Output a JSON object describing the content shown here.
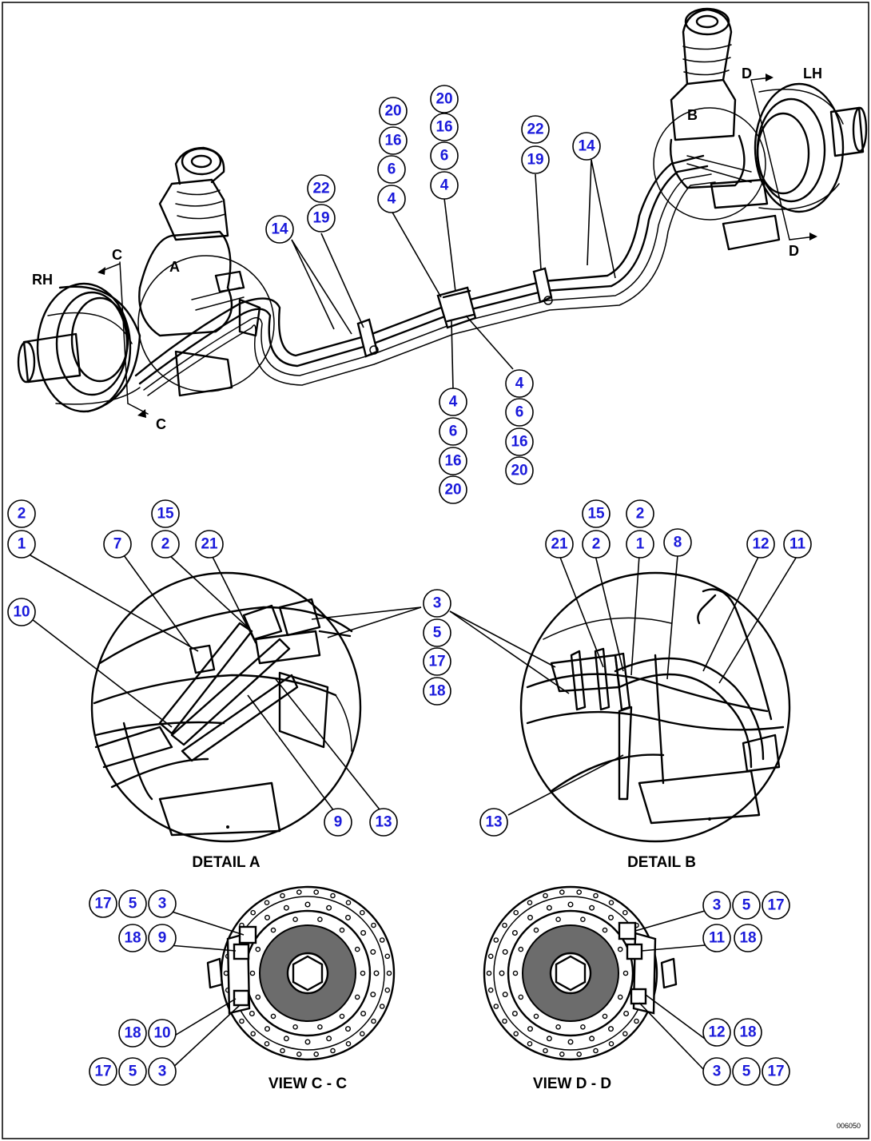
{
  "orientation": {
    "rh": "RH",
    "lh": "LH"
  },
  "detail_markers": {
    "a": "A",
    "b": "B"
  },
  "section_markers": {
    "c": "C",
    "d": "D"
  },
  "captions": {
    "detail_a": "DETAIL A",
    "detail_b": "DETAIL B",
    "view_c": "VIEW C - C",
    "view_d": "VIEW D - D"
  },
  "drawing_code": "006050",
  "callouts": [
    {
      "id": "m-20-a",
      "label": "20"
    },
    {
      "id": "m-16-a",
      "label": "16"
    },
    {
      "id": "m-6-a",
      "label": "6"
    },
    {
      "id": "m-4-a",
      "label": "4"
    },
    {
      "id": "m-20-b",
      "label": "20"
    },
    {
      "id": "m-16-b",
      "label": "16"
    },
    {
      "id": "m-6-b",
      "label": "6"
    },
    {
      "id": "m-4-b",
      "label": "4"
    },
    {
      "id": "m-22-a",
      "label": "22"
    },
    {
      "id": "m-19-a",
      "label": "19"
    },
    {
      "id": "m-22-b",
      "label": "22"
    },
    {
      "id": "m-19-b",
      "label": "19"
    },
    {
      "id": "m-14-a",
      "label": "14"
    },
    {
      "id": "m-14-b",
      "label": "14"
    },
    {
      "id": "m-4-c",
      "label": "4"
    },
    {
      "id": "m-6-c",
      "label": "6"
    },
    {
      "id": "m-16-c",
      "label": "16"
    },
    {
      "id": "m-20-c",
      "label": "20"
    },
    {
      "id": "m-4-d",
      "label": "4"
    },
    {
      "id": "m-6-d",
      "label": "6"
    },
    {
      "id": "m-16-d",
      "label": "16"
    },
    {
      "id": "m-20-d",
      "label": "20"
    },
    {
      "id": "a-2",
      "label": "2"
    },
    {
      "id": "a-1",
      "label": "1"
    },
    {
      "id": "a-10",
      "label": "10"
    },
    {
      "id": "a-7",
      "label": "7"
    },
    {
      "id": "a-15",
      "label": "15"
    },
    {
      "id": "a-2b",
      "label": "2"
    },
    {
      "id": "a-21",
      "label": "21"
    },
    {
      "id": "a-9",
      "label": "9"
    },
    {
      "id": "a-13",
      "label": "13"
    },
    {
      "id": "s-3",
      "label": "3"
    },
    {
      "id": "s-5",
      "label": "5"
    },
    {
      "id": "s-17",
      "label": "17"
    },
    {
      "id": "s-18",
      "label": "18"
    },
    {
      "id": "b-15",
      "label": "15"
    },
    {
      "id": "b-2",
      "label": "2"
    },
    {
      "id": "b-21",
      "label": "21"
    },
    {
      "id": "b-2b",
      "label": "2"
    },
    {
      "id": "b-1",
      "label": "1"
    },
    {
      "id": "b-8",
      "label": "8"
    },
    {
      "id": "b-12",
      "label": "12"
    },
    {
      "id": "b-11",
      "label": "11"
    },
    {
      "id": "b-13",
      "label": "13"
    },
    {
      "id": "c-17a",
      "label": "17"
    },
    {
      "id": "c-5a",
      "label": "5"
    },
    {
      "id": "c-3a",
      "label": "3"
    },
    {
      "id": "c-18a",
      "label": "18"
    },
    {
      "id": "c-9",
      "label": "9"
    },
    {
      "id": "c-18b",
      "label": "18"
    },
    {
      "id": "c-10",
      "label": "10"
    },
    {
      "id": "c-17b",
      "label": "17"
    },
    {
      "id": "c-5b",
      "label": "5"
    },
    {
      "id": "c-3b",
      "label": "3"
    },
    {
      "id": "d-3a",
      "label": "3"
    },
    {
      "id": "d-5a",
      "label": "5"
    },
    {
      "id": "d-17a",
      "label": "17"
    },
    {
      "id": "d-11",
      "label": "11"
    },
    {
      "id": "d-18a",
      "label": "18"
    },
    {
      "id": "d-12",
      "label": "12"
    },
    {
      "id": "d-18b",
      "label": "18"
    },
    {
      "id": "d-3b",
      "label": "3"
    },
    {
      "id": "d-5b",
      "label": "5"
    },
    {
      "id": "d-17b",
      "label": "17"
    }
  ]
}
